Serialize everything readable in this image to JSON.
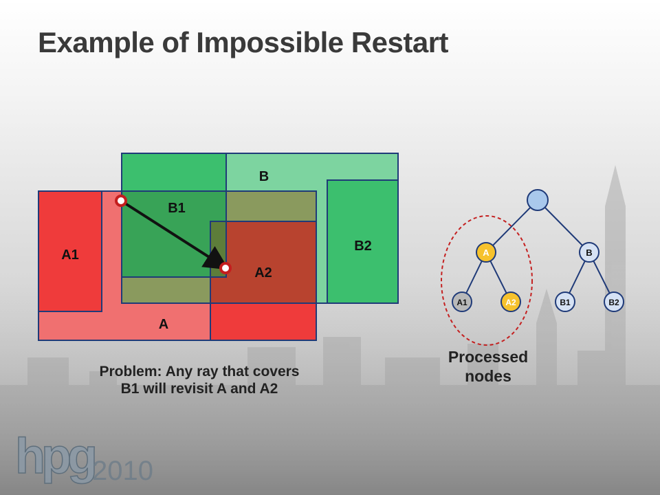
{
  "slide": {
    "title": "Example of Impossible Restart"
  },
  "scene": {
    "labels": {
      "A": "A",
      "A1": "A1",
      "A2": "A2",
      "B": "B",
      "B1": "B1",
      "B2": "B2"
    },
    "colors": {
      "red_strong": "#ef3b3b",
      "red_light": "#f07070",
      "green_strong": "#3cbf6e",
      "green_light": "#7dd4a0",
      "overlap_dark": "#5d7d3a",
      "overlap_brown": "#b8432f",
      "outline": "#1f3a78"
    },
    "caption_lines": [
      "Problem: Any ray that covers",
      "B1 will revisit A and A2"
    ]
  },
  "tree": {
    "nodes": {
      "A": "A",
      "B": "B",
      "A1": "A1",
      "A2": "A2",
      "B1": "B1",
      "B2": "B2"
    },
    "colors": {
      "root": "#a9c8ec",
      "processed": "#f6c22d",
      "leaf_done": "#b9b9b9",
      "unprocessed": "#d6e2f4",
      "edge": "#1f3a78",
      "ellipse": "#c42020"
    },
    "caption_lines": [
      "Processed",
      "nodes"
    ]
  },
  "logo": {
    "mark": "hpg",
    "year": "2010"
  }
}
